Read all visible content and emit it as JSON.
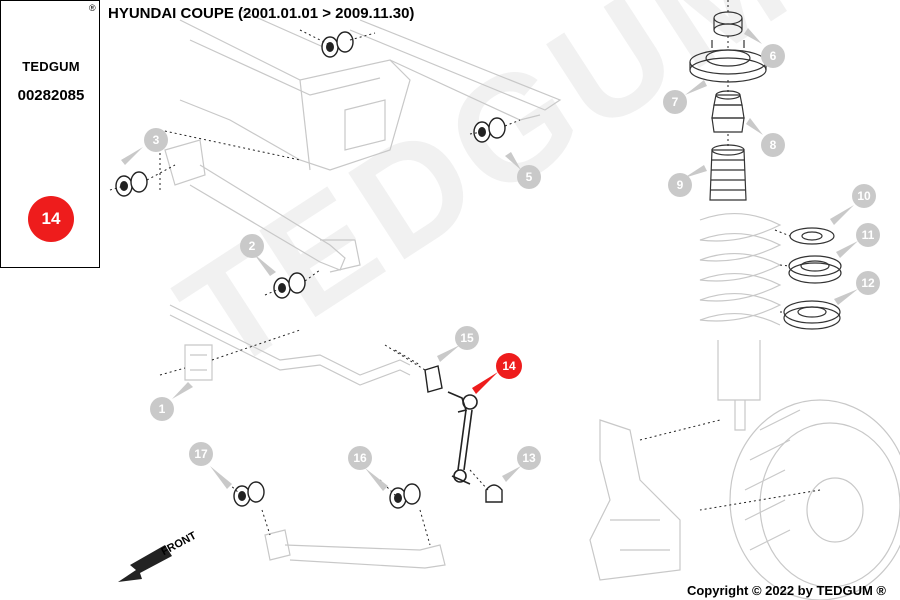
{
  "brand": {
    "name": "TEDGUM",
    "reg_mark": "®",
    "watermark": "TEDGUM"
  },
  "header": {
    "title": "HYUNDAI COUPE  (2001.01.01 > 2009.11.30)"
  },
  "sidebar": {
    "part_number": "00282085",
    "highlight_number": "14",
    "highlight_color": "#ee1c1c"
  },
  "callouts": [
    "1",
    "2",
    "3",
    "5",
    "6",
    "7",
    "8",
    "9",
    "10",
    "11",
    "12",
    "13",
    "15",
    "16",
    "17"
  ],
  "selected_callout": "14",
  "direction_label": "FRONT",
  "footer": {
    "copyright": "Copyright © 2022 by TEDGUM ®"
  },
  "colors": {
    "callout": "#c9c9c9",
    "highlight": "#ee1c1c",
    "watermark": "#f1f1f1"
  }
}
